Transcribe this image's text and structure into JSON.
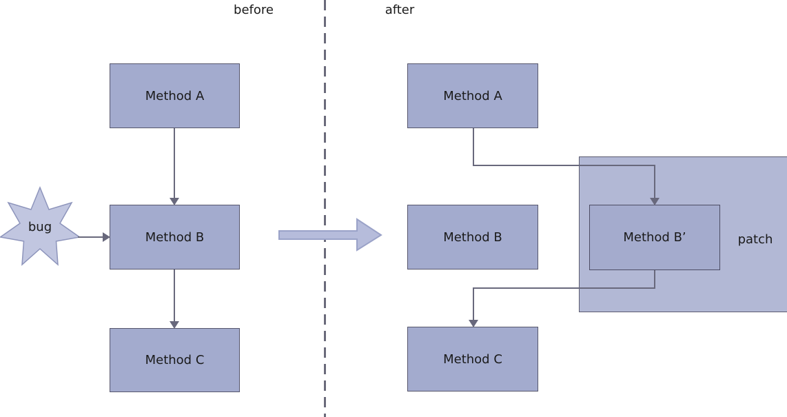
{
  "diagram": {
    "title_labels": {
      "before": "before",
      "after": "after"
    },
    "before_panel": {
      "nodes": [
        "Method A",
        "Method B",
        "Method C"
      ],
      "bug_label": "bug",
      "edges": [
        "Method A -> Method B",
        "Method B -> Method C",
        "bug -> Method B"
      ]
    },
    "after_panel": {
      "nodes": [
        "Method A",
        "Method B",
        "Method C"
      ],
      "patched_node": "Method B’",
      "patch_label": "patch",
      "edges": [
        "Method A -> Method B’",
        "Method B’ -> Method C"
      ]
    },
    "colors": {
      "node_fill": "#a3abce",
      "node_border": "#55556b",
      "patch_region_fill": "#b2b8d5",
      "patched_node_fill": "#a4abcd",
      "star_fill": "#c1c6e0",
      "star_border": "#8d94bb",
      "connector": "#68687c",
      "block_arrow_fill": "#b6bcdb",
      "block_arrow_border": "#9aa2c8",
      "divider": "#6a6a7a",
      "text": "#1a1a1a"
    }
  }
}
